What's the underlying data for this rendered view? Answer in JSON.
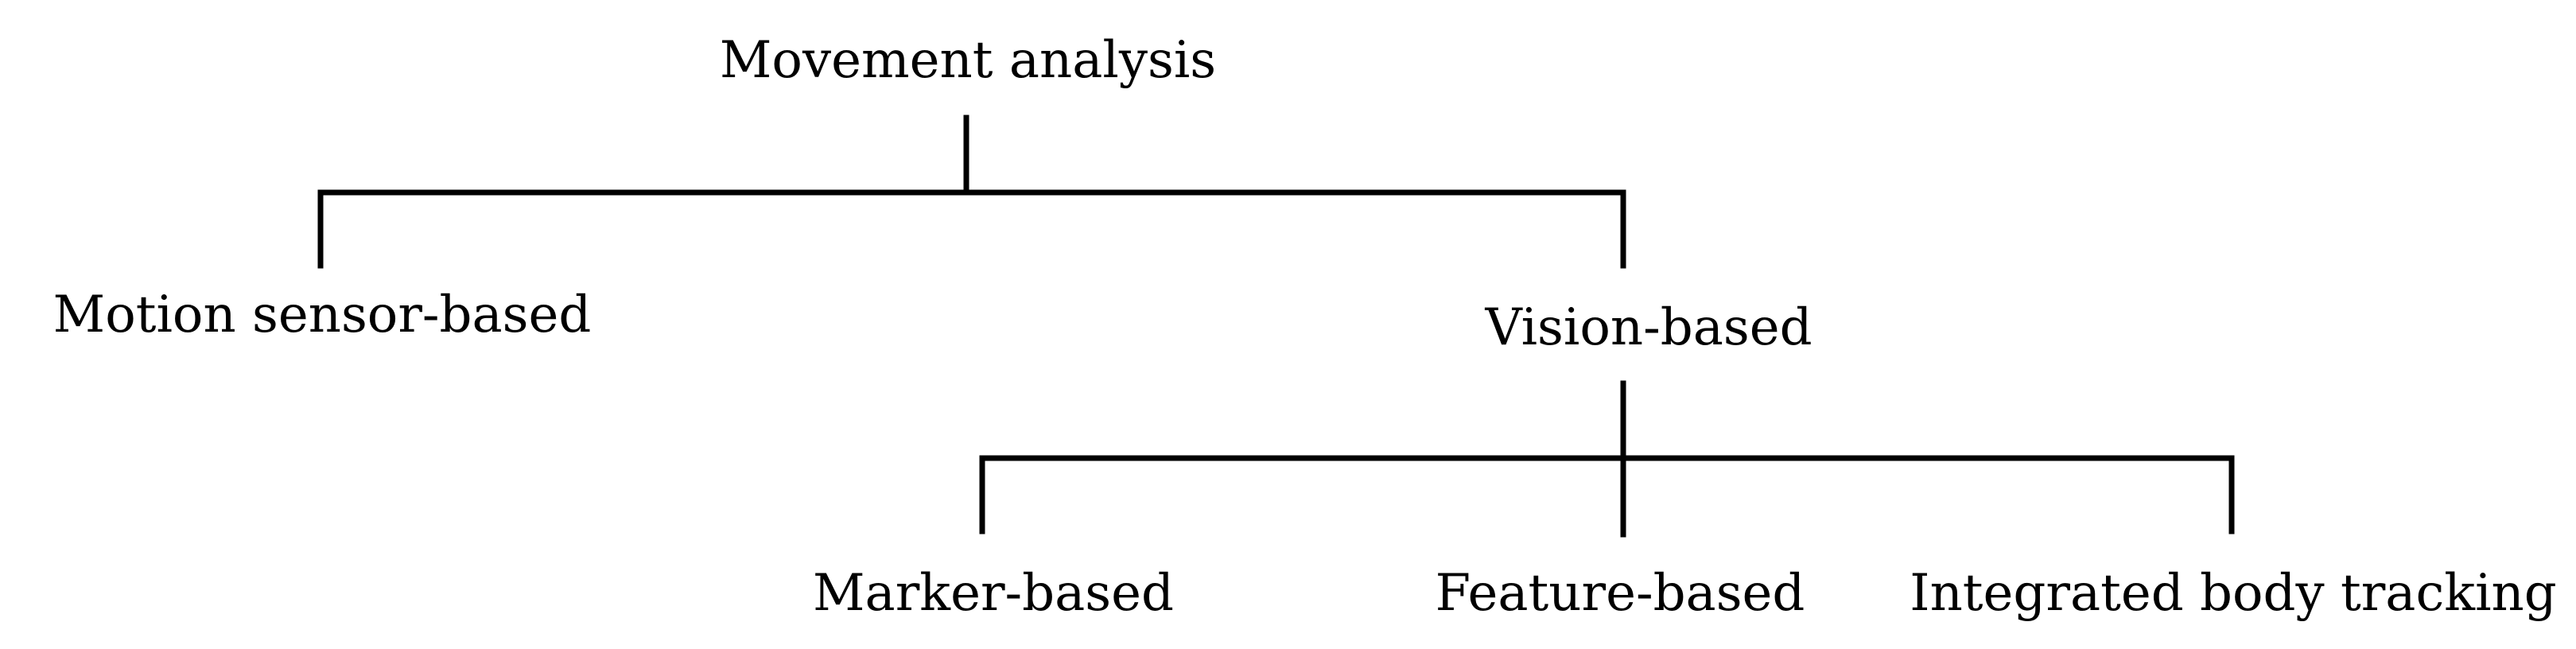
{
  "tree": {
    "root": {
      "label": "Movement analysis"
    },
    "level1": [
      {
        "label": "Motion sensor-based"
      },
      {
        "label": "Vision-based"
      }
    ],
    "level2": [
      {
        "label": "Marker-based"
      },
      {
        "label": "Feature-based"
      },
      {
        "label": "Integrated body tracking"
      }
    ]
  }
}
